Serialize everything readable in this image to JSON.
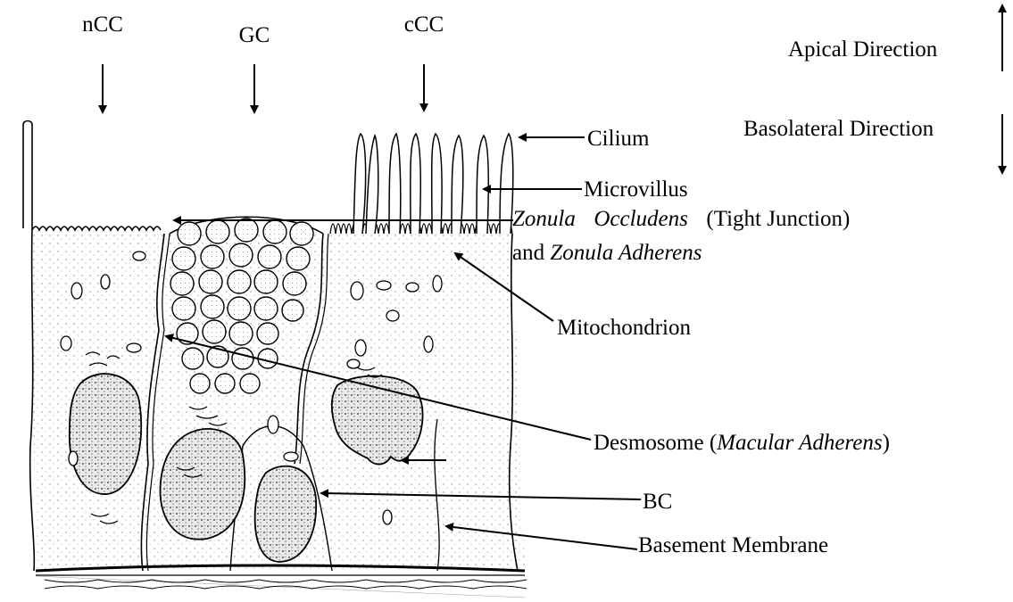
{
  "cell_labels": {
    "ncc": "nCC",
    "gc": "GC",
    "ccc": "cCC"
  },
  "direction_labels": {
    "apical": "Apical Direction",
    "basolateral": "Basolateral Direction"
  },
  "structure_labels": {
    "cilium": "Cilium",
    "microvillus": "Microvillus",
    "junction_line1_italic_a": "Zonula",
    "junction_line1_italic_b": "Occludens",
    "junction_line1_rest": "(Tight Junction)",
    "junction_line2_prefix": "and ",
    "junction_line2_italic": "Zonula Adherens",
    "mitochondrion": "Mitochondrion",
    "desmosome_prefix": "Desmosome (",
    "desmosome_italic": "Macular Adherens",
    "desmosome_suffix": ")",
    "bc": "BC",
    "basement_membrane": "Basement Membrane"
  }
}
